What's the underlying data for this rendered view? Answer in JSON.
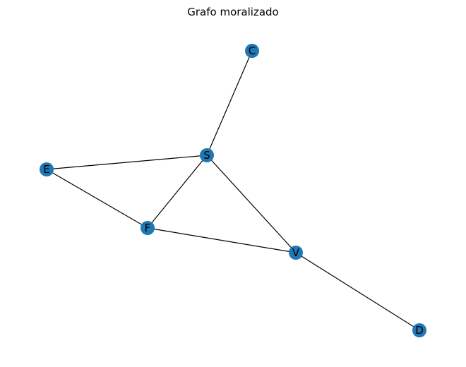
{
  "title": "Grafo moralizado",
  "colors": {
    "node_fill": "#1f77b4",
    "edge": "#000000",
    "label": "#000000",
    "background": "#ffffff"
  },
  "nodes": [
    {
      "id": "C",
      "label": "C"
    },
    {
      "id": "S",
      "label": "S"
    },
    {
      "id": "E",
      "label": "E"
    },
    {
      "id": "F",
      "label": "F"
    },
    {
      "id": "V",
      "label": "V"
    },
    {
      "id": "D",
      "label": "D"
    }
  ],
  "edges": [
    {
      "from": "C",
      "to": "S"
    },
    {
      "from": "E",
      "to": "S"
    },
    {
      "from": "F",
      "to": "S"
    },
    {
      "from": "S",
      "to": "V"
    },
    {
      "from": "E",
      "to": "F"
    },
    {
      "from": "F",
      "to": "V"
    },
    {
      "from": "V",
      "to": "D"
    }
  ]
}
